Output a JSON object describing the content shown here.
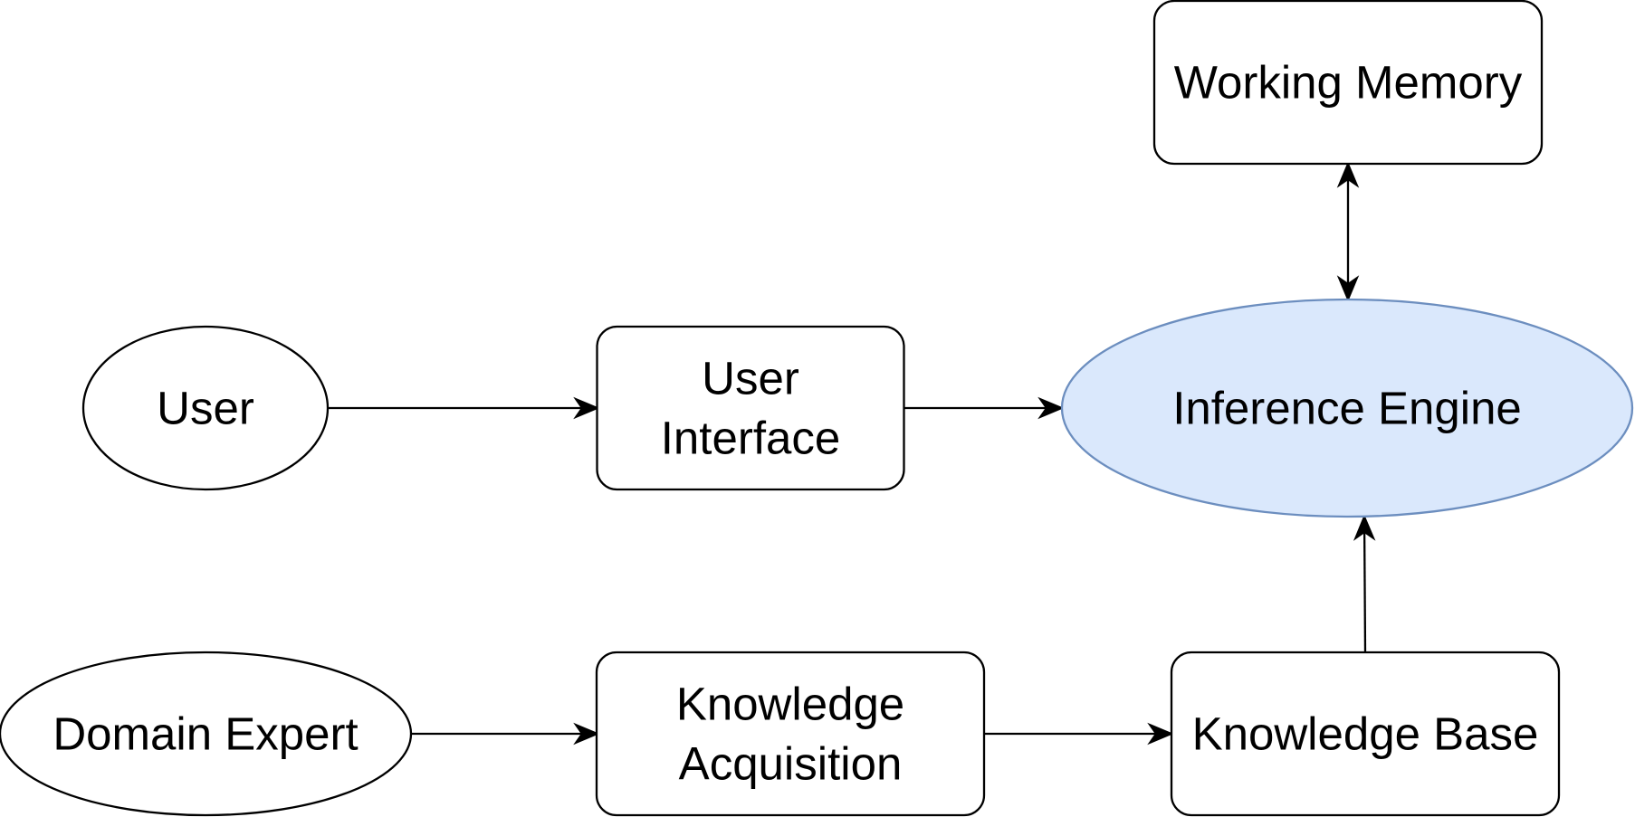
{
  "nodes": [
    {
      "id": "user",
      "label": [
        "User"
      ],
      "shape": "ellipse",
      "fill": "#ffffff",
      "stroke": "#000000"
    },
    {
      "id": "user_interface",
      "label": [
        "User",
        "Interface"
      ],
      "shape": "rounded-rect",
      "fill": "#ffffff",
      "stroke": "#000000"
    },
    {
      "id": "inference_engine",
      "label": [
        "Inference Engine"
      ],
      "shape": "ellipse",
      "fill": "#dae8fc",
      "stroke": "#6c8ebf"
    },
    {
      "id": "working_memory",
      "label": [
        "Working Memory"
      ],
      "shape": "rounded-rect",
      "fill": "#ffffff",
      "stroke": "#000000"
    },
    {
      "id": "domain_expert",
      "label": [
        "Domain Expert"
      ],
      "shape": "ellipse",
      "fill": "#ffffff",
      "stroke": "#000000"
    },
    {
      "id": "knowledge_acquisition",
      "label": [
        "Knowledge",
        "Acquisition"
      ],
      "shape": "rounded-rect",
      "fill": "#ffffff",
      "stroke": "#000000"
    },
    {
      "id": "knowledge_base",
      "label": [
        "Knowledge Base"
      ],
      "shape": "rounded-rect",
      "fill": "#ffffff",
      "stroke": "#000000"
    }
  ],
  "edges": [
    {
      "from": "user",
      "to": "user_interface",
      "direction": "forward"
    },
    {
      "from": "user_interface",
      "to": "inference_engine",
      "direction": "forward"
    },
    {
      "from": "inference_engine",
      "to": "working_memory",
      "direction": "both"
    },
    {
      "from": "domain_expert",
      "to": "knowledge_acquisition",
      "direction": "forward"
    },
    {
      "from": "knowledge_acquisition",
      "to": "knowledge_base",
      "direction": "forward"
    },
    {
      "from": "knowledge_base",
      "to": "inference_engine",
      "direction": "forward"
    }
  ]
}
